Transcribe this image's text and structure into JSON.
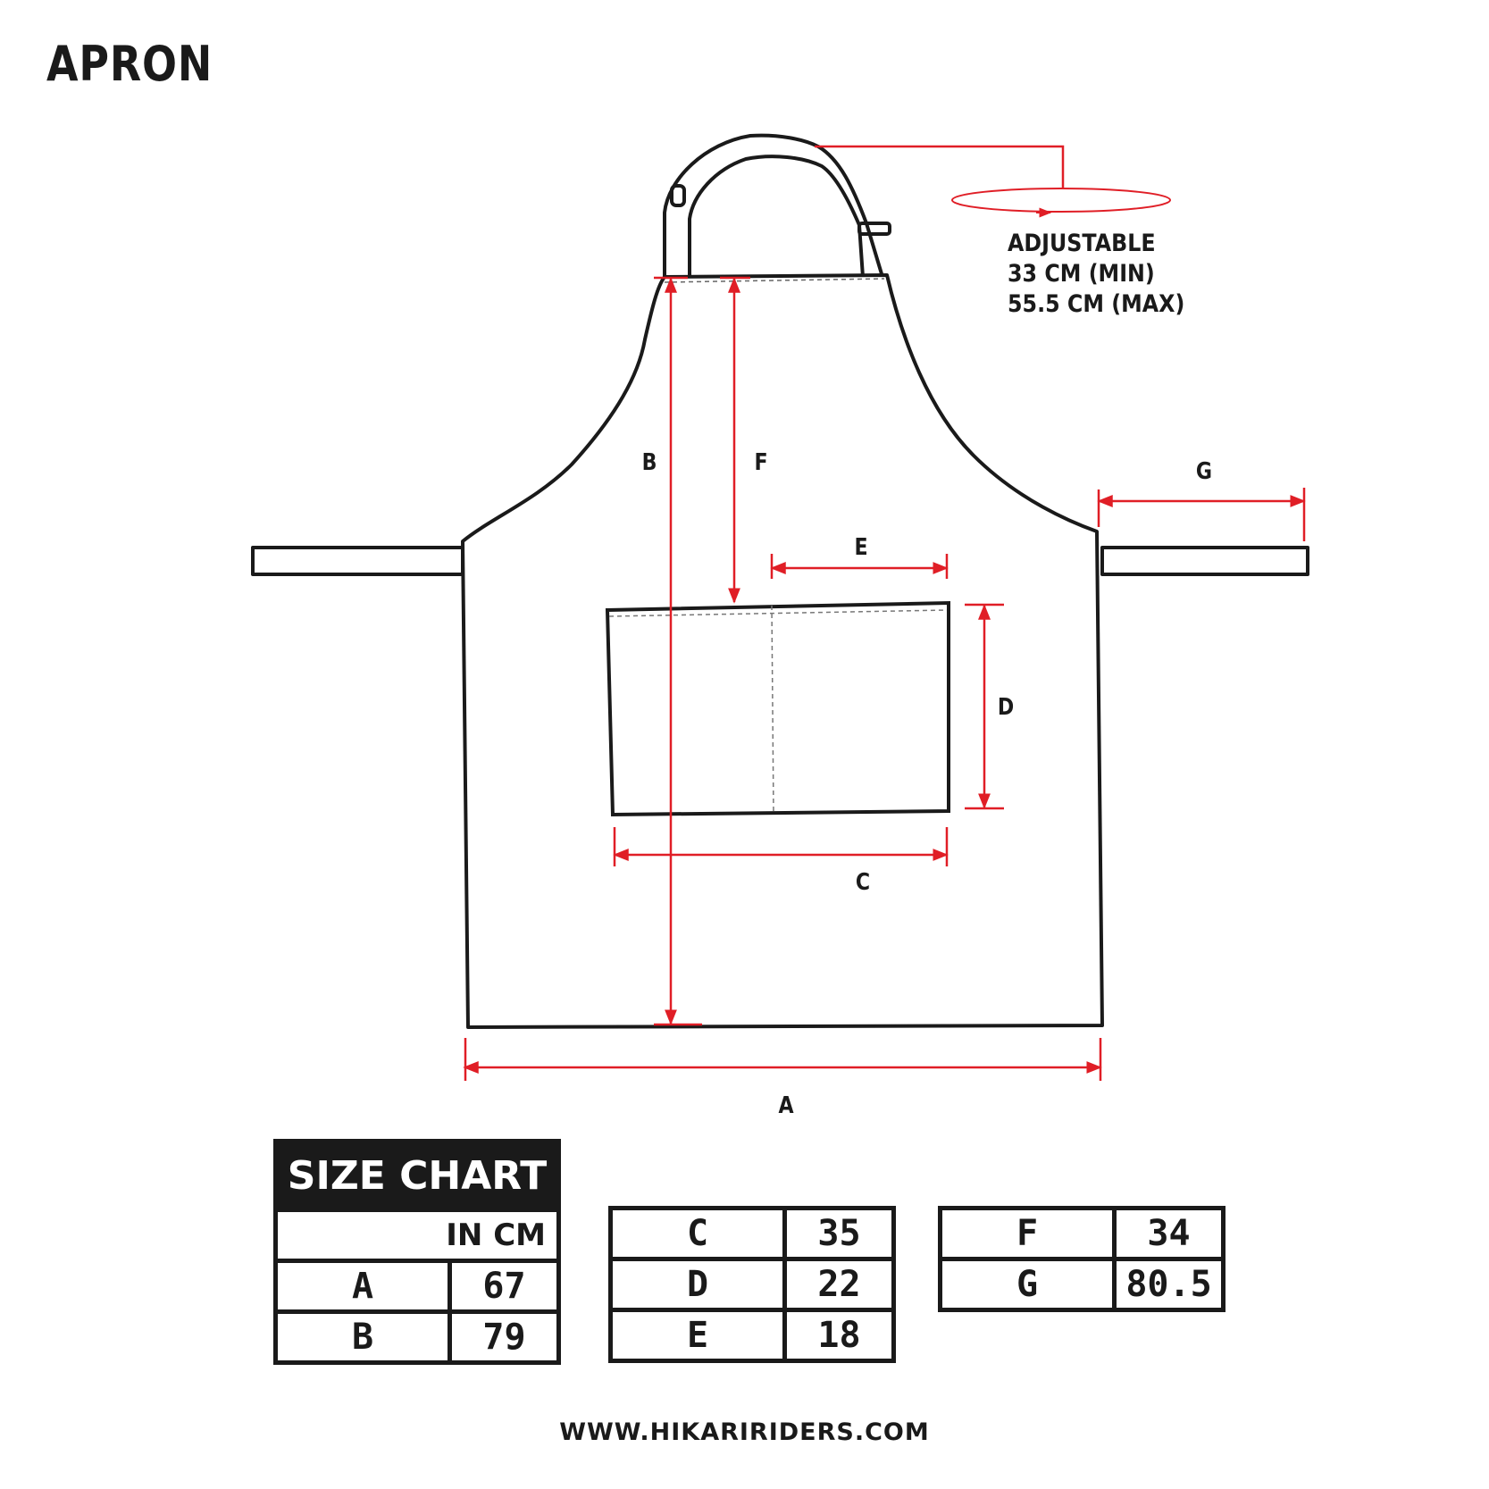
{
  "title": "APRON",
  "adjustable": {
    "label": "ADJUSTABLE",
    "min": "33 CM (MIN)",
    "max": "55.5 CM (MAX)"
  },
  "dimension_labels": {
    "a": "A",
    "b": "B",
    "c": "C",
    "d": "D",
    "e": "E",
    "f": "F",
    "g": "G"
  },
  "size_chart": {
    "title": "SIZE CHART",
    "unit": "IN CM",
    "table1": [
      {
        "key": "A",
        "value": "67"
      },
      {
        "key": "B",
        "value": "79"
      }
    ],
    "table2": [
      {
        "key": "C",
        "value": "35"
      },
      {
        "key": "D",
        "value": "22"
      },
      {
        "key": "E",
        "value": "18"
      }
    ],
    "table3": [
      {
        "key": "F",
        "value": "34"
      },
      {
        "key": "G",
        "value": "80.5"
      }
    ]
  },
  "website": "WWW.HIKARIRIDERS.COM",
  "colors": {
    "outline": "#1a1a1a",
    "measure": "#e01e26"
  }
}
